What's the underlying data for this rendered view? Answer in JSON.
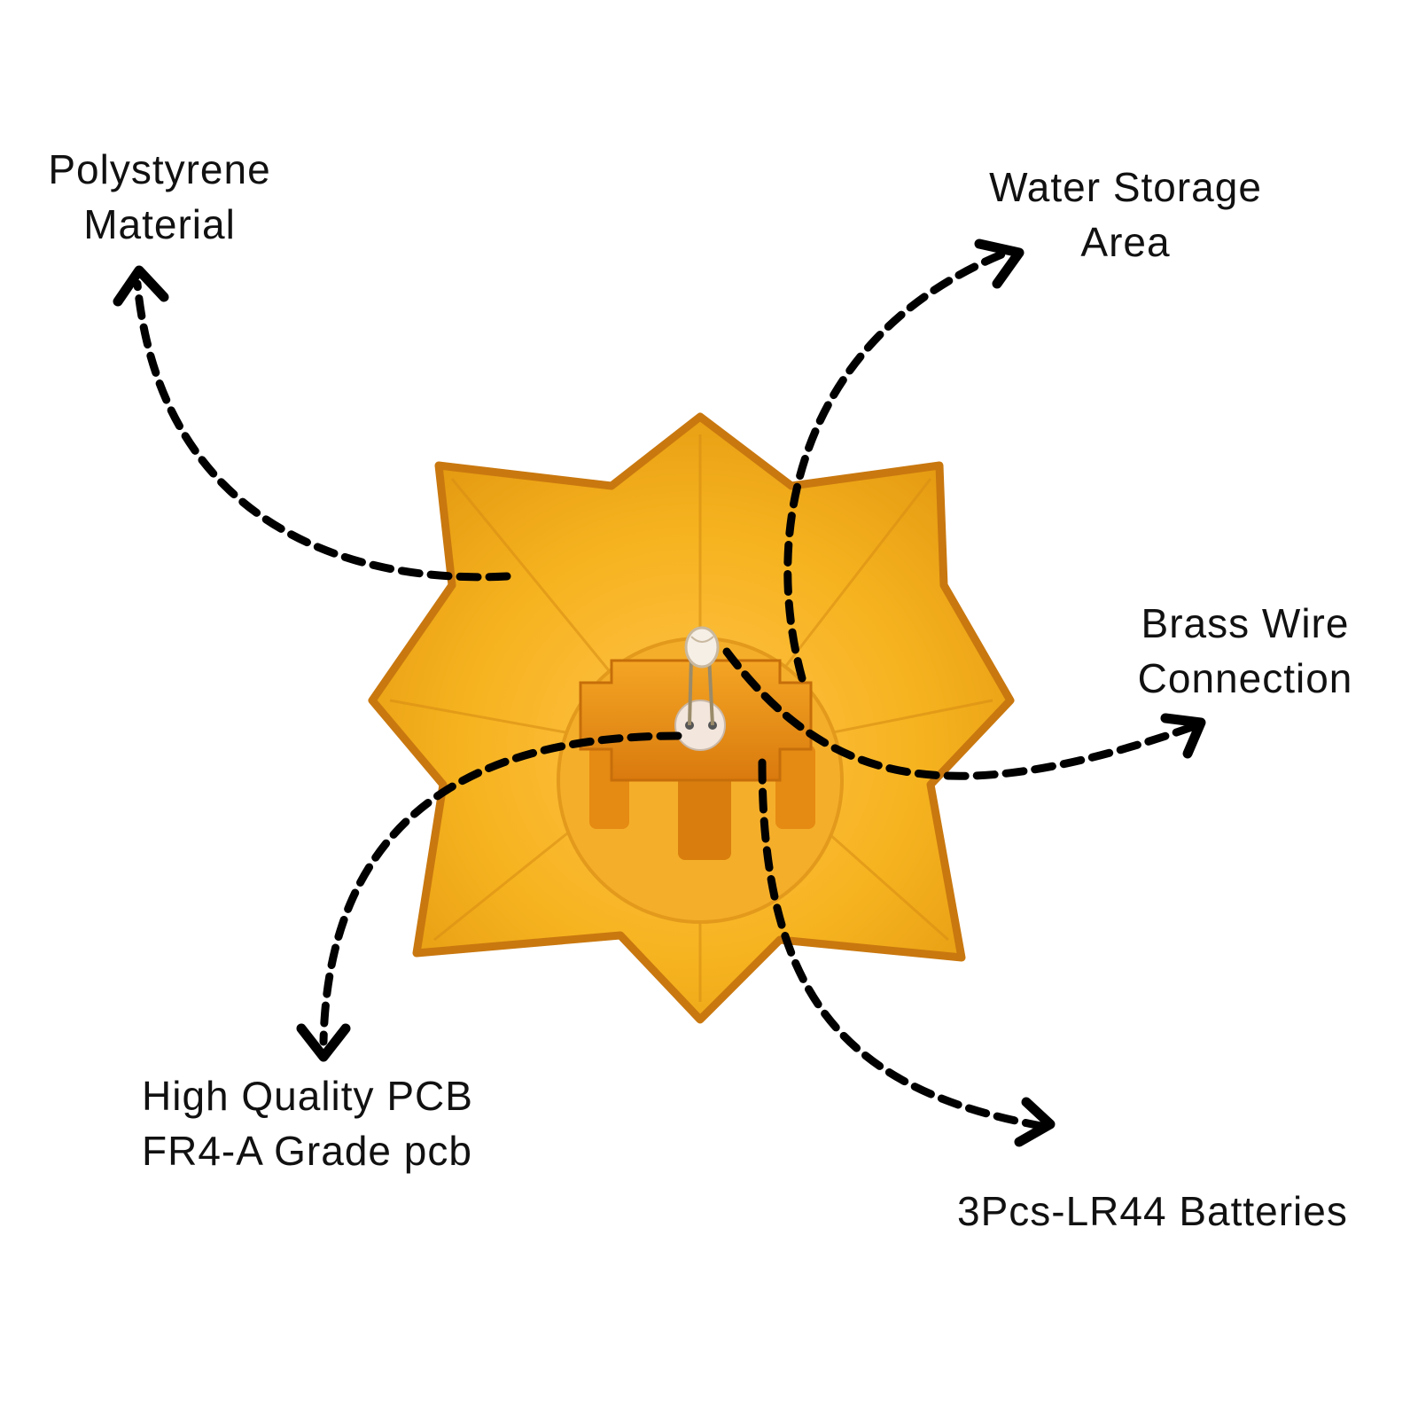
{
  "callouts": {
    "polystyrene": [
      "Polystyrene",
      "Material"
    ],
    "water": [
      "Water Storage",
      "Area"
    ],
    "brass": [
      "Brass Wire",
      "Connection"
    ],
    "pcb": [
      "High Quality PCB",
      "FR4-A Grade pcb"
    ],
    "batteries": [
      "3Pcs-LR44 Batteries"
    ]
  },
  "colors": {
    "petal": "#F6B31F",
    "petal_edge": "#C9780F",
    "base": "#EE9A1A",
    "arrow": "#000000"
  }
}
